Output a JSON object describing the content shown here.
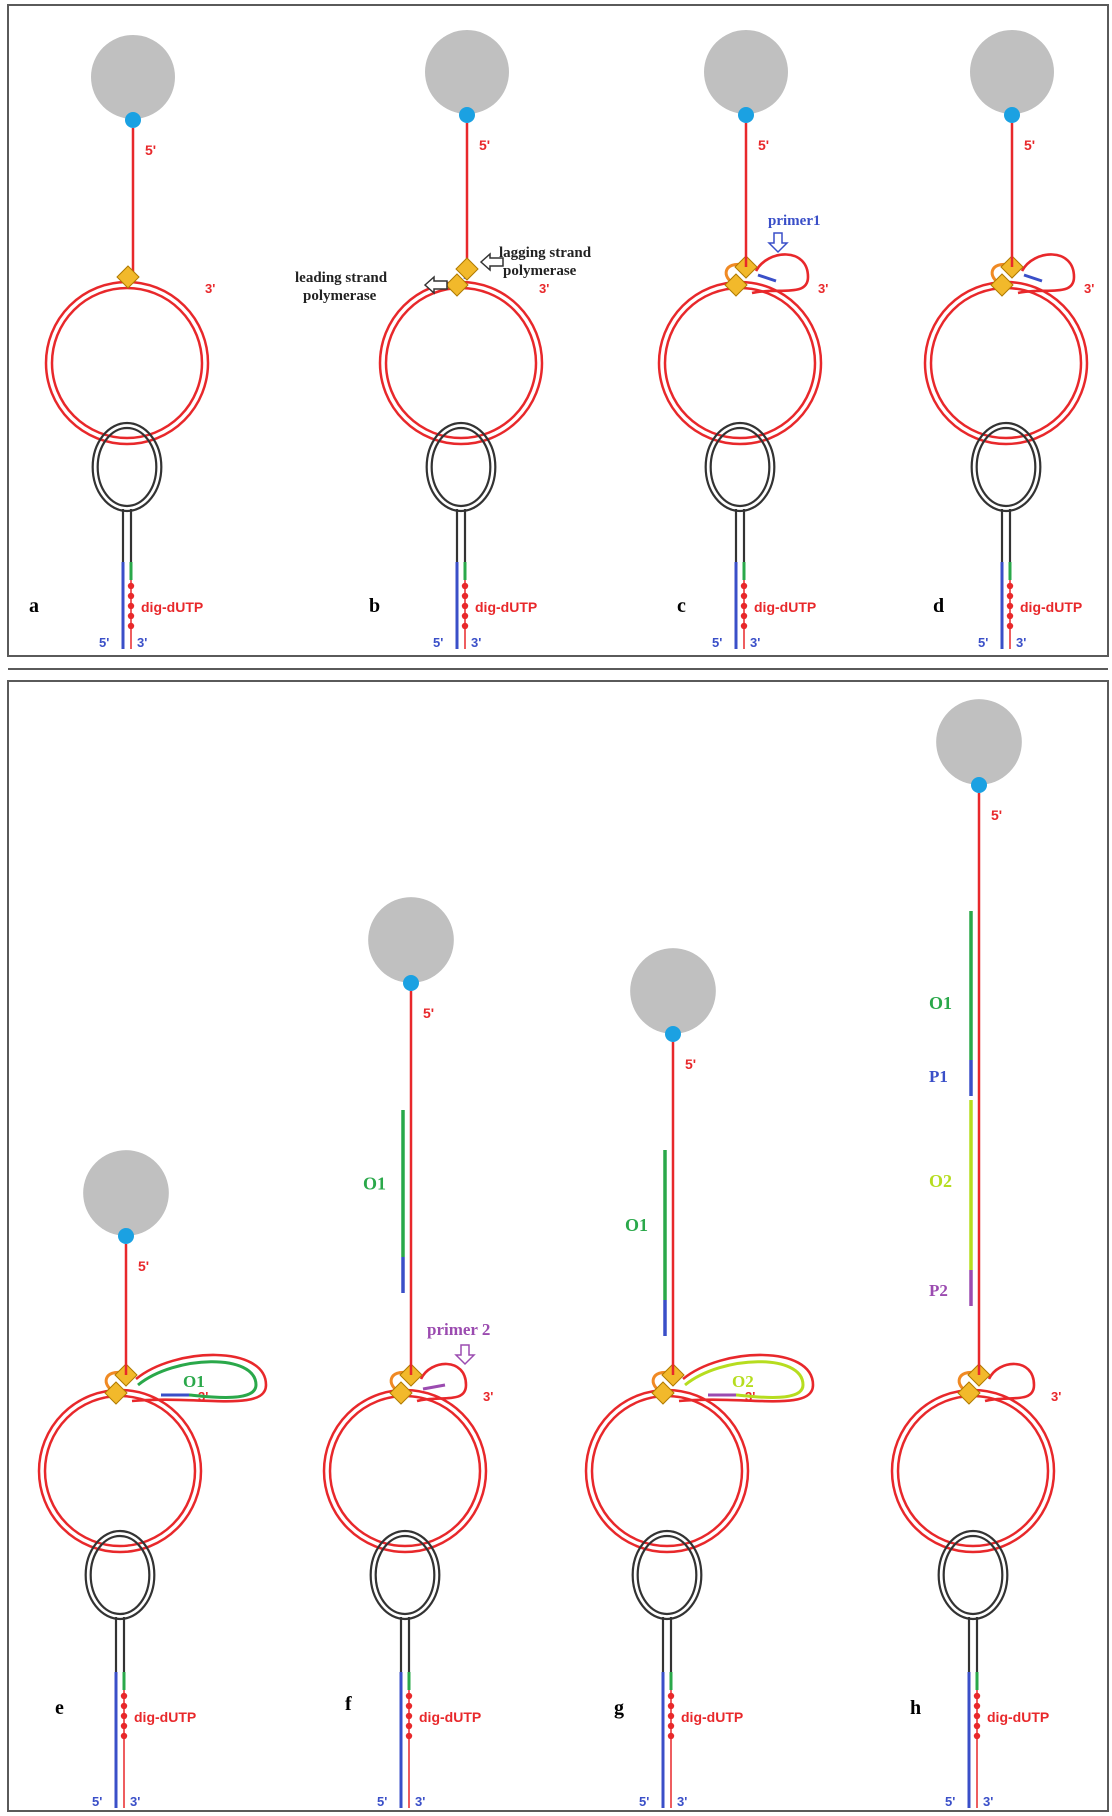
{
  "colors": {
    "frame": "#5a5a5a",
    "bead": "#c0c0c0",
    "biotin": "#1ba1e2",
    "template": "#e8282b",
    "hairpin": "#333333",
    "anchor": "#3a4fc8",
    "dig_green": "#2aa84a",
    "dig_dot": "#e8282b",
    "polymerase": "#f2b92b",
    "polymerase_edge": "#b07a00",
    "orange": "#f08a24",
    "primer1": "#3a4fc8",
    "o1": "#2aa84a",
    "primer2": "#9b4bb0",
    "o2": "#b6dd1f"
  },
  "labels": {
    "five_prime": "5'",
    "three_prime": "3'",
    "dig": "dig-dUTP",
    "leading": [
      "leading strand",
      "polymerase"
    ],
    "lagging": [
      "lagging strand",
      "polymerase"
    ],
    "primer1": "primer1",
    "primer2": "primer 2",
    "o1": "O1",
    "o2": "O2",
    "p1": "P1",
    "p2": "P2"
  },
  "panels": [
    {
      "letter": "a",
      "variant": "a"
    },
    {
      "letter": "b",
      "variant": "b"
    },
    {
      "letter": "c",
      "variant": "c"
    },
    {
      "letter": "d",
      "variant": "d"
    },
    {
      "letter": "e",
      "variant": "e"
    },
    {
      "letter": "f",
      "variant": "f"
    },
    {
      "letter": "g",
      "variant": "g"
    },
    {
      "letter": "h",
      "variant": "h"
    }
  ]
}
